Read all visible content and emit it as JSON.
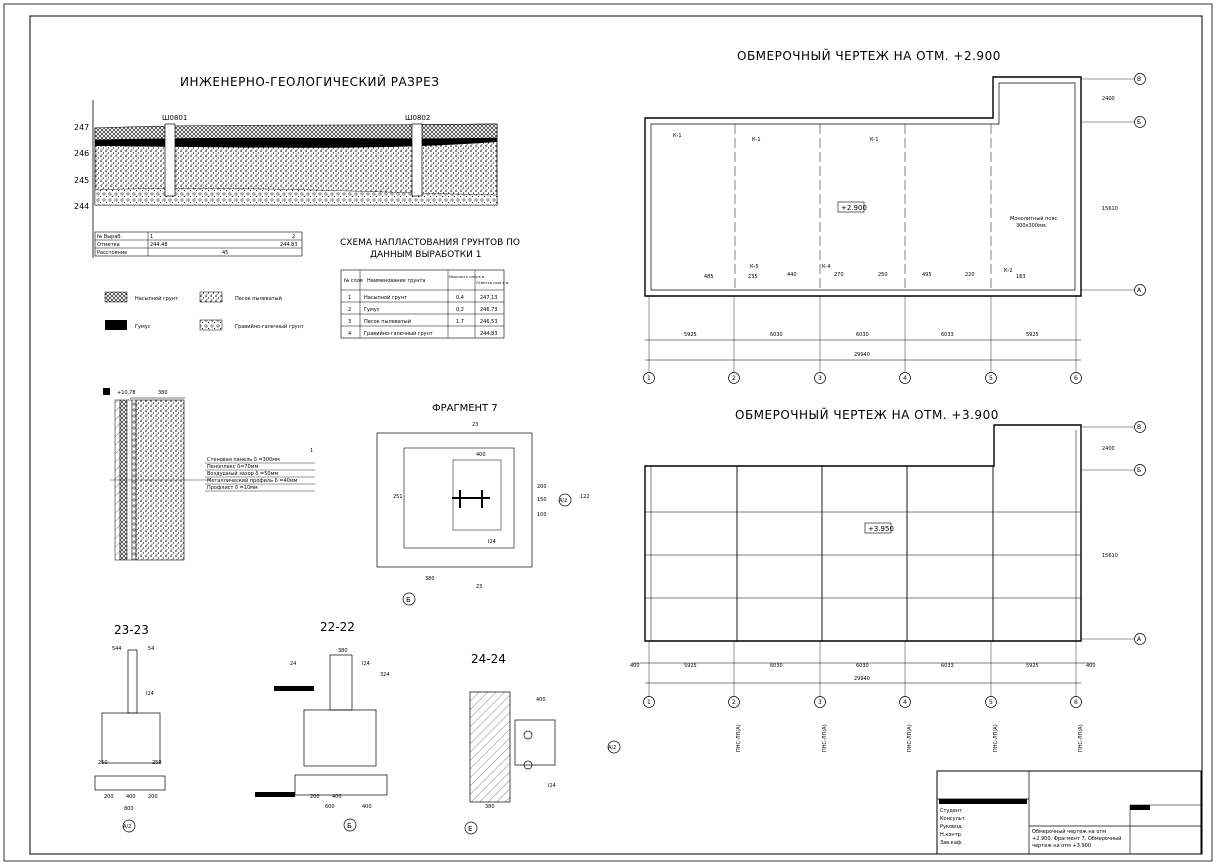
{
  "geo": {
    "title": "ИНЖЕНЕРНО-ГЕОЛОГИЧЕСКИЙ РАЗРЕЗ",
    "wells": [
      "Ш0801",
      "Ш0802"
    ],
    "elevations": [
      "247",
      "246",
      "245",
      "244"
    ],
    "info_rows": [
      {
        "label": "№ Выраб.",
        "left": "1",
        "right": "2"
      },
      {
        "label": "Отметка",
        "left": "244.48",
        "right": "244.83"
      },
      {
        "label": "Расстояние",
        "left": "",
        "mid": "45",
        "right": ""
      }
    ],
    "legend": [
      {
        "name": "Насыпной грунт"
      },
      {
        "name": "Песок пылеватый"
      },
      {
        "name": "Гумус"
      },
      {
        "name": "Гравийно-галечный грунт"
      }
    ]
  },
  "strata": {
    "title_line1": "СХЕМА НАПЛАСТОВАНИЯ ГРУНТОВ ПО",
    "title_line2": "ДАННЫМ ВЫРАБОТКИ 1",
    "headers": [
      "№ слоя",
      "Наименование грунта",
      "Мощность слоя в м.",
      "Отметка слоя в м."
    ],
    "rows": [
      [
        "1",
        "Насыпной грунт",
        "0,4",
        "247,13"
      ],
      [
        "2",
        "Гумус",
        "0,2",
        "246,73"
      ],
      [
        "3",
        "Песок пылеватый",
        "1,7",
        "246,53"
      ],
      [
        "4",
        "Гравийно-галечный грунт",
        "",
        "244,83"
      ]
    ]
  },
  "wall": {
    "top_mark": "+10,78",
    "dim": "380",
    "layers": [
      "Стеновая панель δ =300мм",
      "Пеноплекс δ=70мм",
      "Воздушный зазор δ =50мм",
      "Металлический профиль δ =40мм",
      "Профлист δ =10мм"
    ],
    "ref": "1"
  },
  "fragment": {
    "title": "ФРАГМЕНТ 7",
    "labels": [
      "23",
      "400",
      "251",
      "I24",
      "23",
      "200",
      "150",
      "100",
      "122",
      "380"
    ],
    "axis": "Б",
    "axis2": "А/2"
  },
  "plan1": {
    "title": "ОБМЕРОЧНЫЙ ЧЕРТЕЖ НА ОТМ. +2.900",
    "mark": "+2.900",
    "columns": [
      "К-1",
      "К-1",
      "К-1"
    ],
    "shaft": [
      "Монолитный пояс",
      "300х300мм."
    ],
    "bottom_labels": [
      "485",
      "К-5",
      "235",
      "440",
      "К-4",
      "270",
      "250",
      "495",
      "220",
      "К-2",
      "183"
    ],
    "spans": [
      "5925",
      "6030",
      "6030",
      "6033",
      "5925"
    ],
    "total": "29940",
    "right_dims": [
      "2400",
      "15610"
    ],
    "axes_v": [
      "1",
      "2",
      "3",
      "4",
      "5",
      "6"
    ],
    "axes_h": [
      "В",
      "Б",
      "А"
    ]
  },
  "plan2": {
    "title": "ОБМЕРОЧНЫЙ ЧЕРТЕЖ НА ОТМ. +3.900",
    "mark": "+3.950",
    "spans": [
      "5925",
      "6030",
      "6030",
      "6033",
      "5925"
    ],
    "edge_left": "400",
    "edge_right": "400",
    "total": "29940",
    "right_dims": [
      "2400",
      "15610"
    ],
    "axes_v": [
      "1",
      "2",
      "3",
      "4",
      "5",
      "6"
    ],
    "axes_h": [
      "В",
      "Б",
      "А"
    ],
    "panels": [
      "ПНС-ЛП(А)",
      "ПНС-ЛП(А)",
      "ПНС-ЛП(А)",
      "ПНС-ЛП(А)",
      "ПНС-ЛП(А)"
    ]
  },
  "sections": [
    {
      "title": "23-23",
      "labels": [
        "544",
        "54",
        "I24",
        "250",
        "250",
        "200",
        "400",
        "200",
        "800"
      ],
      "axis": "А/2"
    },
    {
      "title": "22-22",
      "labels": [
        "24",
        "380",
        "I24",
        "324",
        "200",
        "400",
        "400",
        "600"
      ],
      "axis": "Б"
    },
    {
      "title": "24-24",
      "labels": [
        "400",
        "I24",
        "380"
      ],
      "axis": "Е",
      "axis2": "А/2"
    }
  ],
  "stamp": {
    "roles": [
      "Студент",
      "Консульт.",
      "Руковод.",
      "Н.контр.",
      "Зав.каф."
    ],
    "desc": [
      "Обмерочный чертеж на отм",
      "+2.900, Фрагмент 7, Обмерочный",
      "чертеж на отм +3.900"
    ]
  }
}
